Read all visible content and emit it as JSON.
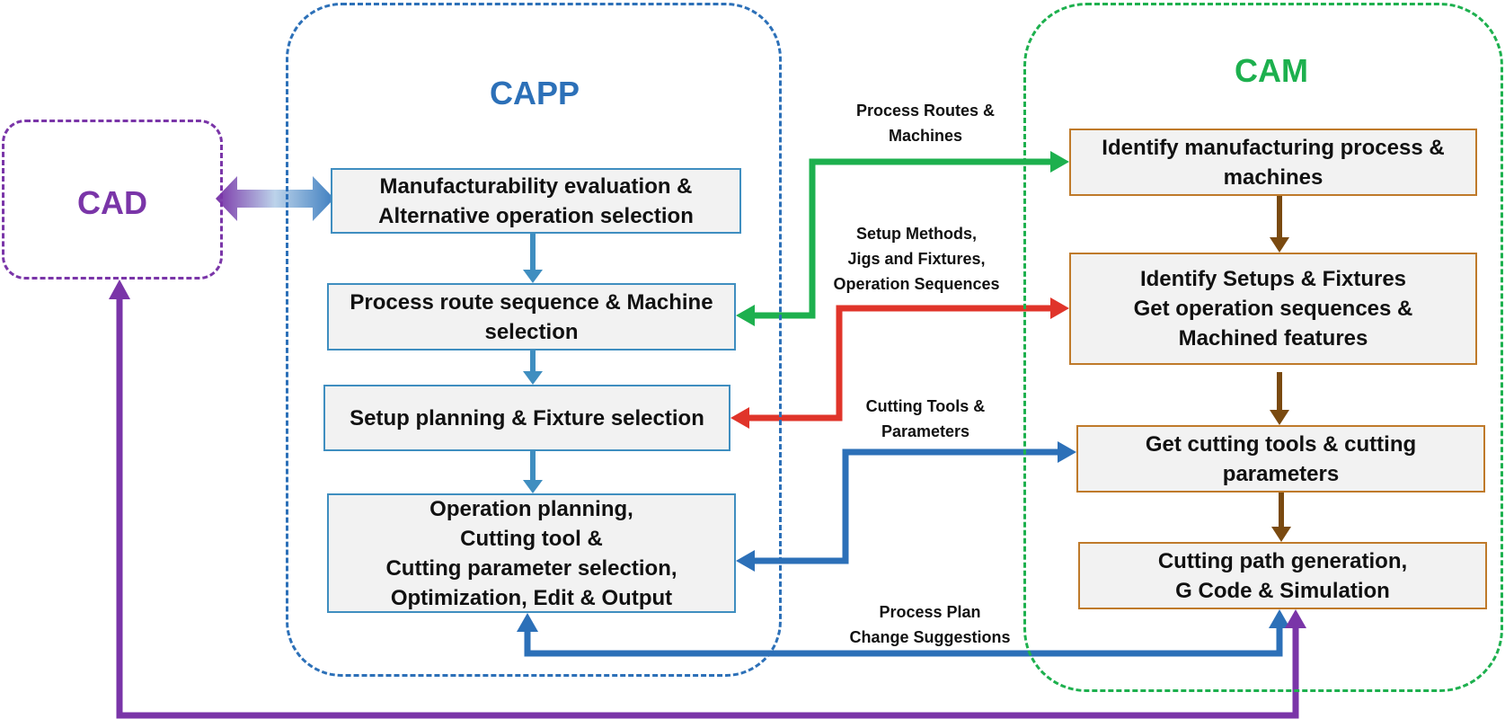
{
  "regions": {
    "cad": {
      "title": "CAD",
      "color": "#7a35a8"
    },
    "capp": {
      "title": "CAPP",
      "color": "#2c70b8"
    },
    "cam": {
      "title": "CAM",
      "color": "#1db04e"
    }
  },
  "capp_steps": [
    {
      "text": "Manufacturability evaluation &\nAlternative operation selection"
    },
    {
      "text": "Process route sequence & Machine\nselection"
    },
    {
      "text": "Setup planning & Fixture selection"
    },
    {
      "text": "Operation planning,\nCutting tool &\nCutting parameter selection,\nOptimization, Edit & Output"
    }
  ],
  "cam_steps": [
    {
      "text": "Identify manufacturing process &\nmachines"
    },
    {
      "text": "Identify Setups & Fixtures\nGet operation sequences &\nMachined features"
    },
    {
      "text": "Get cutting tools & cutting\nparameters"
    },
    {
      "text": "Cutting path generation,\nG Code & Simulation"
    }
  ],
  "flows": {
    "routes_machines": {
      "label": "Process Routes &\nMachines",
      "color": "#1db04e"
    },
    "setup_fixtures": {
      "label": "Setup Methods,\nJigs and Fixtures,\nOperation Sequences",
      "color": "#e0342a"
    },
    "tools_parameters": {
      "label": "Cutting Tools &\nParameters",
      "color": "#2c70b8"
    },
    "plan_feedback": {
      "label": "Process Plan\nChange Suggestions",
      "color": "#2c70b8"
    },
    "cad_feedback": {
      "color": "#7a35a8"
    },
    "cad_capp_exchange": {
      "color": "#7a35a8"
    }
  },
  "colors": {
    "capp_step_border": "#3f8ec0",
    "cam_step_border": "#bf7a2a",
    "cam_internal_arrow": "#7a4a10",
    "capp_internal_arrow": "#3f8ec0",
    "step_fill": "#f2f2f2"
  }
}
